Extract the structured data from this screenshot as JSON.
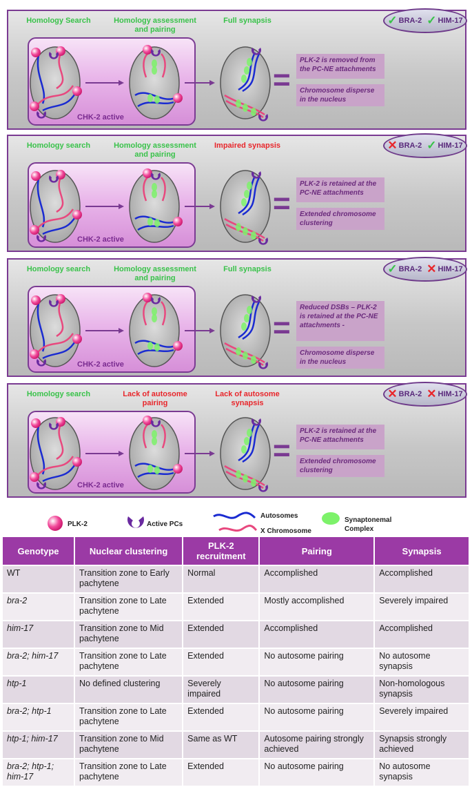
{
  "panels": [
    {
      "stages": [
        {
          "text": "Homology Search",
          "color": "g"
        },
        {
          "text": "Homology assessment and pairing",
          "color": "g"
        },
        {
          "text": "Full synapsis",
          "color": "g"
        }
      ],
      "badge": {
        "bra2": "check",
        "him17": "check"
      },
      "chk": "CHK-2 active",
      "boxes": [
        "PLK-2 is removed from the PC-NE attachments",
        "Chromosome disperse in the nucleus"
      ]
    },
    {
      "stages": [
        {
          "text": "Homology search",
          "color": "g"
        },
        {
          "text": "Homology assessment and pairing",
          "color": "g"
        },
        {
          "text": "Impaired synapsis",
          "color": "r"
        }
      ],
      "badge": {
        "bra2": "cross",
        "him17": "check"
      },
      "chk": "CHK-2 active",
      "boxes": [
        "PLK-2 is retained at the PC-NE attachments",
        "Extended chromosome clustering"
      ]
    },
    {
      "stages": [
        {
          "text": "Homology search",
          "color": "g"
        },
        {
          "text": "Homology assessment and pairing",
          "color": "g"
        },
        {
          "text": "Full synapsis",
          "color": "g"
        }
      ],
      "badge": {
        "bra2": "check",
        "him17": "cross"
      },
      "chk": "CHK-2 active",
      "boxes": [
        "Reduced DSBs – PLK-2 is retained at the PC-NE attachments -",
        "Chromosome disperse in the nucleus"
      ]
    },
    {
      "stages": [
        {
          "text": "Homology search",
          "color": "g"
        },
        {
          "text": "Lack of autosome pairing",
          "color": "r"
        },
        {
          "text": "Lack of autosome synapsis",
          "color": "r"
        }
      ],
      "badge": {
        "bra2": "cross",
        "him17": "cross"
      },
      "chk": "CHK-2 active",
      "boxes": [
        "PLK-2 is retained at the PC-NE attachments",
        "Extended chromosome clustering"
      ]
    }
  ],
  "badge_labels": {
    "bra2": "BRA-2",
    "him17": "HIM-17"
  },
  "legend": {
    "plk2": "PLK-2",
    "active_pcs": "Active PCs",
    "autosomes": "Autosomes",
    "x_chromosome": "X Chromosome",
    "sc_line1": "Synaptonemal",
    "sc_line2": "Complex"
  },
  "colors": {
    "purple": "#7a3a92",
    "autosome": "#1a2bd1",
    "x_chromosome": "#e8487e",
    "synaptonemal": "#7df26a",
    "plk2": "#f24a9a",
    "header": "#9b3aa5"
  },
  "table": {
    "headers": [
      "Genotype",
      "Nuclear clustering",
      "PLK-2 recruitment",
      "Pairing",
      "Synapsis"
    ],
    "rows": [
      [
        "WT",
        "Transition zone to Early pachytene",
        "Normal",
        "Accomplished",
        "Accomplished"
      ],
      [
        "bra-2",
        "Transition zone to Late pachytene",
        "Extended",
        "Mostly accomplished",
        "Severely impaired"
      ],
      [
        "him-17",
        "Transition zone to Mid pachytene",
        "Extended",
        "Accomplished",
        "Accomplished"
      ],
      [
        "bra-2; him-17",
        "Transition zone to Late pachytene",
        "Extended",
        "No autosome pairing",
        "No autosome synapsis"
      ],
      [
        "htp-1",
        "No defined clustering",
        "Severely impaired",
        "No autosome pairing",
        "Non-homologous synapsis"
      ],
      [
        "bra-2; htp-1",
        "Transition zone to Late pachytene",
        "Extended",
        "No autosome pairing",
        "Severely impaired"
      ],
      [
        "htp-1; him-17",
        "Transition zone to Mid pachytene",
        "Same as WT",
        "Autosome pairing strongly achieved",
        "Synapsis strongly achieved"
      ],
      [
        "bra-2; htp-1; him-17",
        "Transition zone to Late pachytene",
        "Extended",
        "No autosome pairing",
        "No autosome synapsis"
      ]
    ]
  }
}
